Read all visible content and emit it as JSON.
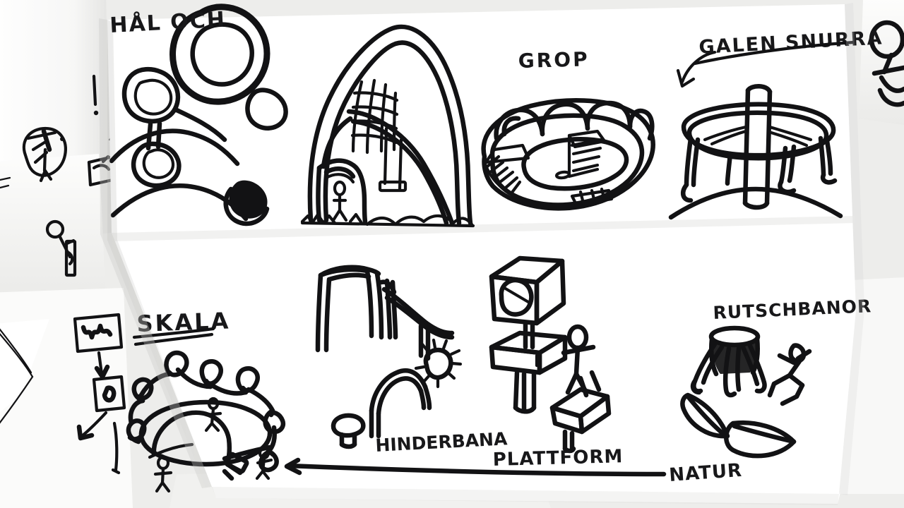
{
  "scene": {
    "kind": "photo-of-paper-sketches",
    "title": "Playground concept sketch board",
    "language": "Swedish",
    "background_color": "#f2f2f0",
    "paper_color": "#ffffff",
    "ink_color": "#121214"
  },
  "labels": {
    "hal_och": "HÅL OCH",
    "grop": "GROP",
    "galen_snurra": "GALEN SNURRA",
    "skala": "SKALA",
    "hinderbana": "HINDERBANA",
    "plattform": "PLATTFORM",
    "rutschbanor": "RUTSCHBANOR",
    "natur": "NATUR"
  },
  "sketches": [
    {
      "name": "holes-and-rings",
      "label_ref": "hal_och",
      "description": "Three rings connected by lines with a filled dark hole"
    },
    {
      "name": "arch-play-structure",
      "label_ref": null,
      "description": "Large arch structure with climbing net, swing and stick figure"
    },
    {
      "name": "pit-bowl",
      "label_ref": "grop",
      "description": "Sunken bowl pit with steps and wavy rim"
    },
    {
      "name": "carousel",
      "label_ref": "galen_snurra",
      "description": "Spinning carousel with central pole and curved rotation arrow"
    },
    {
      "name": "mound-dome",
      "label_ref": "skala",
      "description": "Dome mound surrounded by loops with stick figures and a slide"
    },
    {
      "name": "obstacle-course",
      "label_ref": "hinderbana",
      "description": "Bars, ramp, arch, bug and mushroom stool"
    },
    {
      "name": "platform-cubes",
      "label_ref": "plattform",
      "description": "Stacked cube platforms with a tunnel hole and stick figure"
    },
    {
      "name": "slide-tower",
      "label_ref": "rutschbanor",
      "description": "Slide tower with splayed legs and running stick figure"
    },
    {
      "name": "nature-leaves",
      "label_ref": "natur",
      "description": "Two leaves and a branch"
    }
  ],
  "background_sheets": [
    {
      "name": "left-sheet-top",
      "content": "small wheel sketch and exclamation mark"
    },
    {
      "name": "left-sheet-mid",
      "content": "stick figure with post"
    },
    {
      "name": "left-sheet-bottom",
      "content": "flow diagram boxes with arrows"
    },
    {
      "name": "right-sheet",
      "content": "partially cropped stick figure sketch"
    }
  ]
}
